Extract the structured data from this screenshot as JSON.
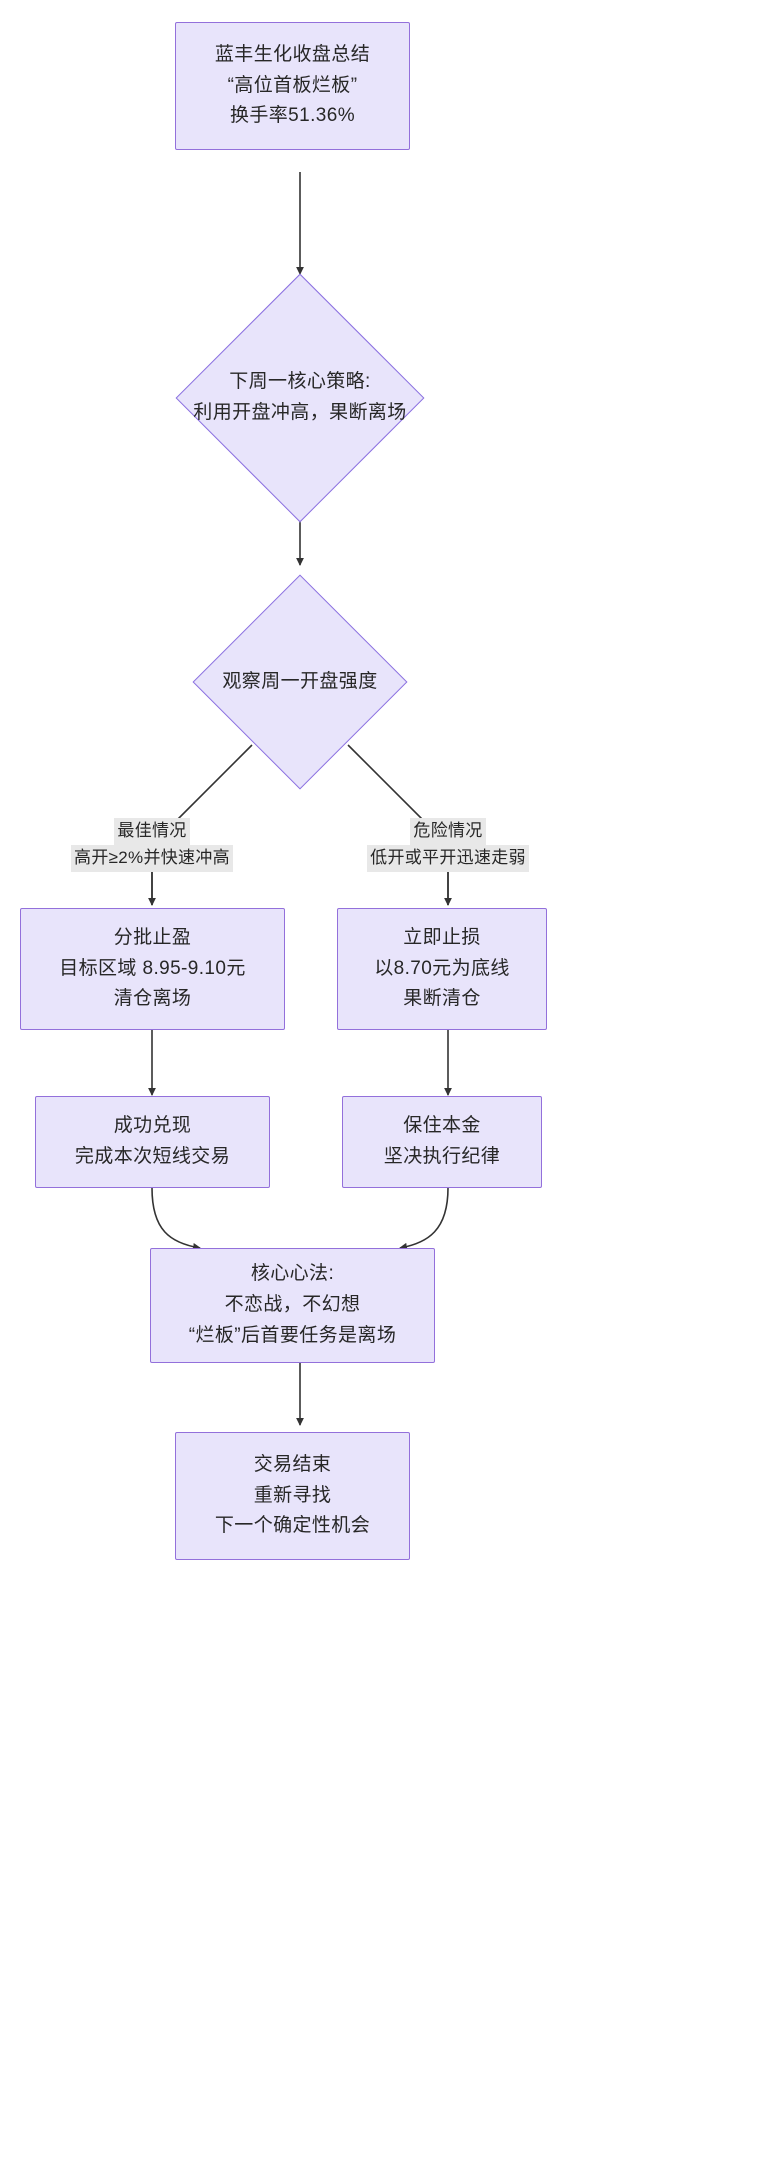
{
  "diagram": {
    "type": "flowchart",
    "title_node": "lanfeng-close-summary",
    "nodes": [
      {
        "id": "n1",
        "shape": "box",
        "lines": [
          "蓝丰生化收盘总结",
          "“高位首板烂板”",
          "换手率51.36%"
        ]
      },
      {
        "id": "n2",
        "shape": "diamond",
        "lines": [
          "下周一核心策略:",
          "利用开盘冲高，果断离场"
        ]
      },
      {
        "id": "n3",
        "shape": "diamond",
        "lines": [
          "观察周一开盘强度"
        ]
      },
      {
        "id": "n4",
        "shape": "box",
        "lines": [
          "分批止盈",
          "目标区域 8.95-9.10元",
          "清仓离场"
        ]
      },
      {
        "id": "n5",
        "shape": "box",
        "lines": [
          "立即止损",
          "以8.70元为底线",
          "果断清仓"
        ]
      },
      {
        "id": "n6",
        "shape": "box",
        "lines": [
          "成功兑现",
          "完成本次短线交易"
        ]
      },
      {
        "id": "n7",
        "shape": "box",
        "lines": [
          "保住本金",
          "坚决执行纪律"
        ]
      },
      {
        "id": "n8",
        "shape": "box",
        "lines": [
          "核心心法:",
          "不恋战，不幻想",
          "“烂板”后首要任务是离场"
        ]
      },
      {
        "id": "n9",
        "shape": "box",
        "lines": [
          "交易结束",
          "重新寻找",
          "下一个确定性机会"
        ]
      }
    ],
    "edge_labels": [
      {
        "id": "e-left",
        "lines": [
          "最佳情况",
          "高开≥2%并快速冲高"
        ]
      },
      {
        "id": "e-right",
        "lines": [
          "危险情况",
          "低开或平开迅速走弱"
        ]
      }
    ],
    "colors": {
      "node_fill": "#e8e4fb",
      "node_border": "#9370db",
      "diamond_border": "#8a6fe0",
      "edge_stroke": "#333333",
      "label_background": "#e8e8e8",
      "text": "#272727",
      "canvas": "#ffffff"
    }
  }
}
